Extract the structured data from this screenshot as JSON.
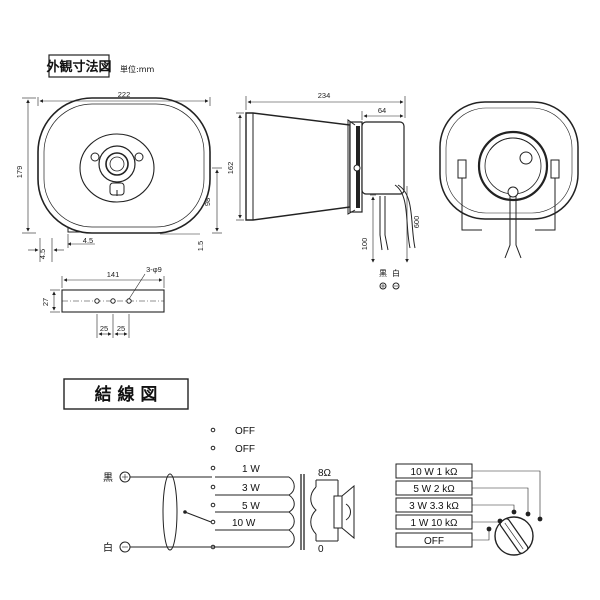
{
  "section1": {
    "title": "外観寸法図",
    "unit": "単位:mm"
  },
  "front_view": {
    "width": "222",
    "height": "179",
    "bracket_h": "98",
    "dim_45a": "4.5",
    "dim_45b": "4.5",
    "dim_15": "1.5"
  },
  "side_view": {
    "length": "234",
    "depth": "64",
    "horn_h": "162",
    "cable1": "100",
    "cable2": "600",
    "wire_black": "黒",
    "wire_white": "白"
  },
  "bracket_view": {
    "length": "141",
    "holes": "3-φ9",
    "height": "27",
    "pitch_a": "25",
    "pitch_b": "25"
  },
  "section2": {
    "title": "結 線 図"
  },
  "wiring": {
    "black": "黒",
    "white": "白",
    "taps": [
      "OFF",
      "OFF",
      "1 W",
      "3 W",
      "5 W",
      "10 W"
    ],
    "sec_8": "8Ω",
    "sec_0": "0"
  },
  "selector": {
    "labels": [
      "10 W 1 kΩ",
      "5 W 2 kΩ",
      "3 W 3.3 kΩ",
      "1 W 10 kΩ",
      "OFF"
    ]
  }
}
